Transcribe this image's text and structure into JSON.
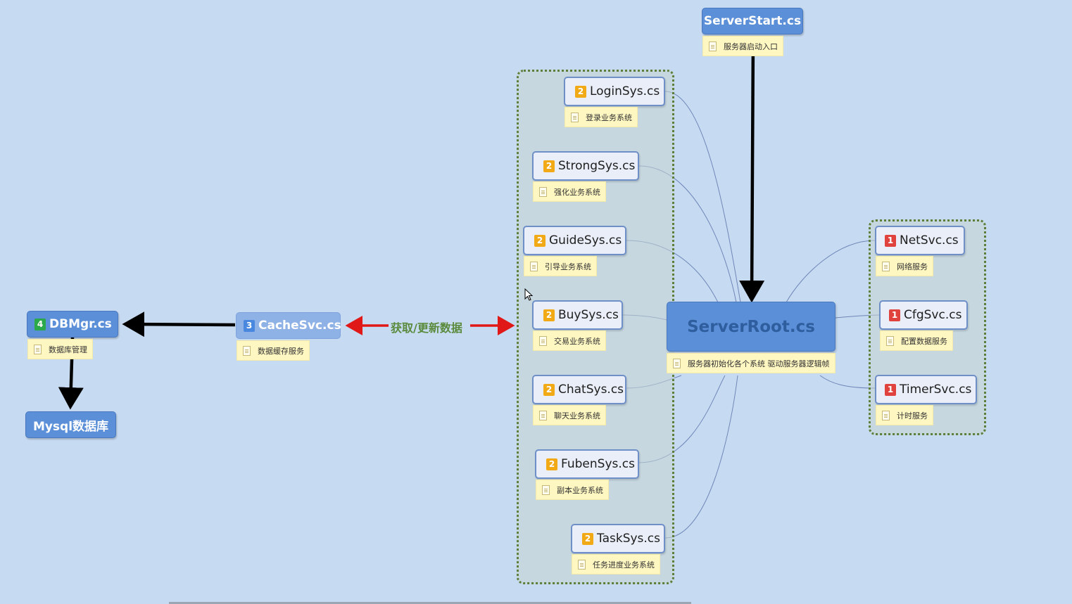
{
  "root": {
    "label": "ServerRoot.cs",
    "note": "服务器初始化各个系统 驱动服务器逻辑帧"
  },
  "start": {
    "label": "ServerStart.cs",
    "note": "服务器启动入口"
  },
  "systems": [
    {
      "badge": "2",
      "label": "LoginSys.cs",
      "note": "登录业务系统"
    },
    {
      "badge": "2",
      "label": "StrongSys.cs",
      "note": "强化业务系统"
    },
    {
      "badge": "2",
      "label": "GuideSys.cs",
      "note": "引导业务系统"
    },
    {
      "badge": "2",
      "label": "BuySys.cs",
      "note": "交易业务系统"
    },
    {
      "badge": "2",
      "label": "ChatSys.cs",
      "note": "聊天业务系统"
    },
    {
      "badge": "2",
      "label": "FubenSys.cs",
      "note": "副本业务系统"
    },
    {
      "badge": "2",
      "label": "TaskSys.cs",
      "note": "任务进度业务系统"
    }
  ],
  "services": [
    {
      "badge": "1",
      "label": "NetSvc.cs",
      "note": "网络服务"
    },
    {
      "badge": "1",
      "label": "CfgSvc.cs",
      "note": "配置数据服务"
    },
    {
      "badge": "1",
      "label": "TimerSvc.cs",
      "note": "计时服务"
    }
  ],
  "cache": {
    "badge": "3",
    "label": "CacheSvc.cs",
    "note": "数据缓存服务"
  },
  "db": {
    "badge": "4",
    "label": "DBMgr.cs",
    "note": "数据库管理"
  },
  "mysql": {
    "label": "Mysql数据库"
  },
  "edge_label": "获取/更新数据",
  "colors": {
    "background": "#c6daf1",
    "main_node": "#5b8fd8",
    "sub_node": "#e9eef8",
    "note": "#fff7c2",
    "group_border": "#5b7f3a",
    "arrow_black": "#000000",
    "arrow_red": "#e01818"
  },
  "icons": [
    "note-icon",
    "mouse-cursor-icon"
  ]
}
